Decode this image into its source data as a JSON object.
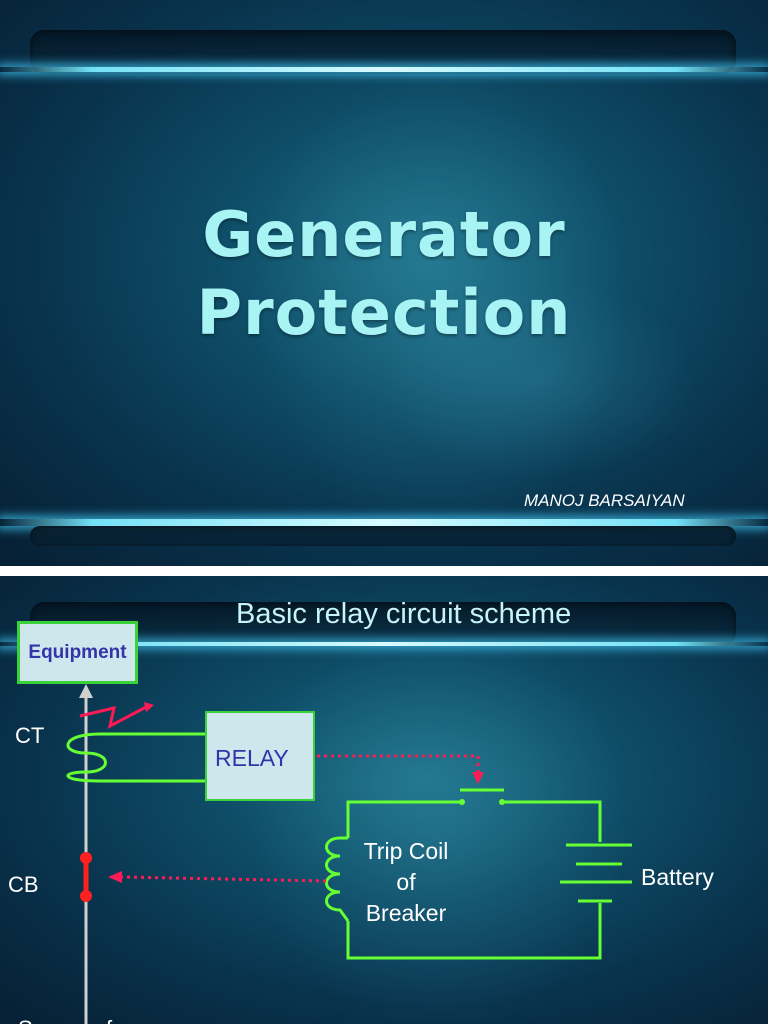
{
  "slide1": {
    "title_line1": "Generator",
    "title_line2": "Protection",
    "author": "MANOJ BARSAIYAN"
  },
  "slide2": {
    "title": "Basic relay circuit scheme",
    "equipment_label": "Equipment",
    "ct_label": "CT",
    "relay_label": "RELAY",
    "cb_label": "CB",
    "trip_coil_line1": "Trip Coil",
    "trip_coil_line2": "of",
    "trip_coil_line3": "Breaker",
    "battery_label": "Battery",
    "bottom_cut_label": "Source of"
  },
  "colors": {
    "wire": "#66ff33",
    "arrow_red": "#ff1a55",
    "title_cyan": "#a8f3f3"
  }
}
